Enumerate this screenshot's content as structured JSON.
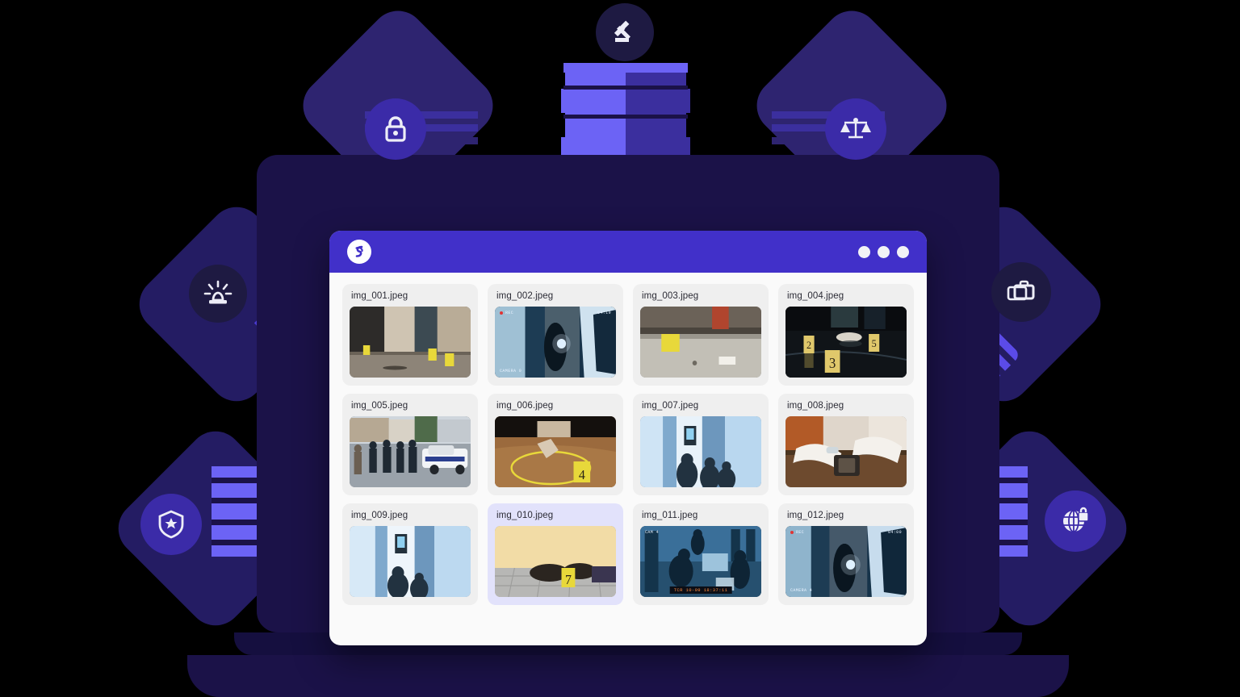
{
  "window": {
    "logo_icon": "app-logo-swirl",
    "window_controls": [
      "dot-1",
      "dot-2",
      "dot-3"
    ],
    "titlebar_color": "#4130C9",
    "background_color": "#FAFAFA"
  },
  "gallery": {
    "selected_index": 9,
    "selected_card_color": "#E2E2FB",
    "card_color": "#EFEFEF",
    "items": [
      {
        "filename": "img_001.jpeg",
        "scene": "alley-wall-evidence-markers",
        "markers": [
          "8",
          "2",
          "5"
        ]
      },
      {
        "filename": "img_002.jpeg",
        "scene": "cctv-night-flashlight",
        "osd": {
          "rec": "REC",
          "timecode": "04:19",
          "camera": "CAMERA 0"
        }
      },
      {
        "filename": "img_003.jpeg",
        "scene": "sidewalk-evidence-marker",
        "markers": [
          "1"
        ]
      },
      {
        "filename": "img_004.jpeg",
        "scene": "dark-floor-shoe-markers",
        "markers": [
          "2",
          "3",
          "5"
        ]
      },
      {
        "filename": "img_005.jpeg",
        "scene": "street-police-cordon",
        "markers": []
      },
      {
        "filename": "img_006.jpeg",
        "scene": "indoor-crime-scene-marker",
        "markers": [
          "4"
        ]
      },
      {
        "filename": "img_007.jpeg",
        "scene": "cctv-interior-people",
        "markers": []
      },
      {
        "filename": "img_008.jpeg",
        "scene": "forensic-gloves-evidence",
        "markers": []
      },
      {
        "filename": "img_009.jpeg",
        "scene": "cctv-interior-people",
        "markers": []
      },
      {
        "filename": "img_010.jpeg",
        "scene": "body-on-pavement-marker",
        "markers": [
          "7"
        ]
      },
      {
        "filename": "img_011.jpeg",
        "scene": "cctv-robbery",
        "osd": {
          "camera": "CAM 4",
          "timecode": "TCR 10-09 18:37:11"
        }
      },
      {
        "filename": "img_012.jpeg",
        "scene": "cctv-night-flashlight",
        "osd": {
          "rec": "REC",
          "timecode": "04:00",
          "camera": "CAMERA 4"
        }
      }
    ]
  },
  "decor": {
    "badges": [
      {
        "name": "gavel-icon",
        "label": "Gavel",
        "bg": "#1E1A42"
      },
      {
        "name": "lock-icon",
        "label": "Lock",
        "bg": "#3B2BA8"
      },
      {
        "name": "scales-icon",
        "label": "Scales of justice",
        "bg": "#3B2BA8"
      },
      {
        "name": "siren-icon",
        "label": "Police siren",
        "bg": "#1E1A42"
      },
      {
        "name": "briefcase-icon",
        "label": "Briefcase",
        "bg": "#1E1A42"
      },
      {
        "name": "police-shield-icon",
        "label": "Police badge shield",
        "bg": "#3B2BA8"
      },
      {
        "name": "globe-lock-icon",
        "label": "Secure globe",
        "bg": "#3B2BA8"
      }
    ],
    "shield": {
      "name": "central-shield",
      "light": "#6C63F5",
      "dark": "#3B2F9E"
    },
    "colors": {
      "background": "#000000",
      "diamond_dark": "#241C63",
      "diamond_mid": "#2E2470",
      "laptop_screen": "#1B1248",
      "laptop_base": "#150F3F",
      "accent": "#5B4BE8"
    }
  }
}
